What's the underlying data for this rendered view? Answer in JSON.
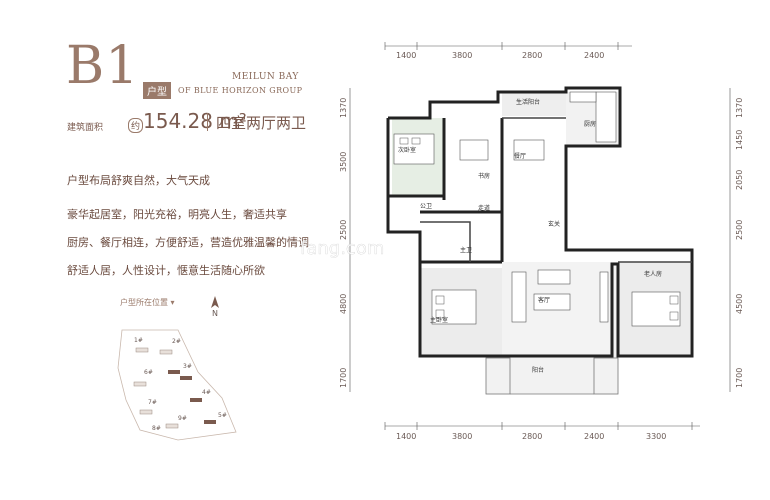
{
  "header": {
    "code": "B1",
    "code_tag": "户型",
    "brand_line1": "MEILUN BAY",
    "brand_line2": "OF BLUE HORIZON GROUP",
    "area_label": "建筑面积",
    "area_badge": "约",
    "area_value": "154.28 m²",
    "rooms": "四室两厅两卫"
  },
  "description": {
    "lines": [
      "户型布局舒爽自然，大气天成",
      "豪华起居室，阳光充裕，明亮人生，奢适共享",
      "厨房、餐厅相连，方便舒适，营造优雅温馨的情调",
      "舒适人居，人性设计，惬意生活随心所欲"
    ]
  },
  "location": {
    "label": "户型所在位置",
    "north": "N",
    "buildings": [
      "1#",
      "2#",
      "3#",
      "4#",
      "5#",
      "6#",
      "7#",
      "8#",
      "9#"
    ]
  },
  "dimensions": {
    "top": [
      "1400",
      "3800",
      "2800",
      "2400"
    ],
    "bottom": [
      "1400",
      "3800",
      "2800",
      "2400",
      "3300"
    ],
    "left": [
      "1370",
      "3500",
      "2500",
      "4800",
      "1700"
    ],
    "right": [
      "1370",
      "1450",
      "2050",
      "2500",
      "4500",
      "1700"
    ]
  },
  "rooms": {
    "secondary_bedroom": "次卧室",
    "study": "书房",
    "living_balcony": "生活阳台",
    "kitchen": "厨房",
    "dining": "餐厅",
    "corridor": "走道",
    "foyer": "玄关",
    "public_bath": "公卫",
    "master_bath": "主卫",
    "master_bedroom": "主卧室",
    "living_room": "客厅",
    "elder_room": "老人房",
    "balcony": "阳台"
  },
  "watermark": "fang.com"
}
